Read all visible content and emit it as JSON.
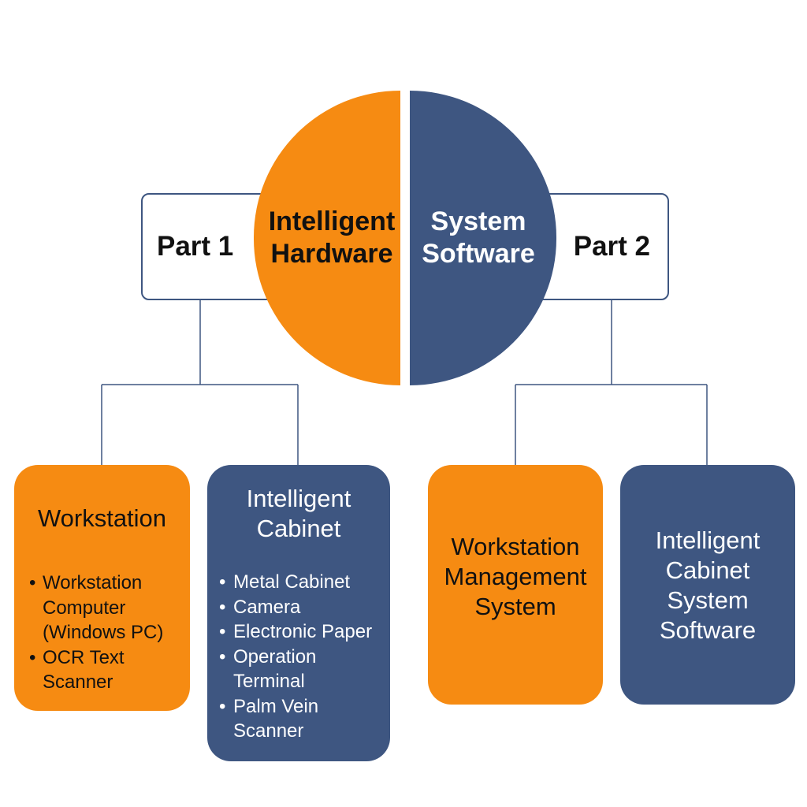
{
  "parts": {
    "part1": "Part 1",
    "part2": "Part 2"
  },
  "circle": {
    "left_line1": "Intelligent",
    "left_line2": "Hardware",
    "right_line1": "System",
    "right_line2": "Software"
  },
  "cards": {
    "workstation": {
      "title": "Workstation",
      "items": [
        "Workstation Computer (Windows PC)",
        "OCR Text Scanner"
      ]
    },
    "intelligent_cabinet": {
      "title_line1": "Intelligent",
      "title_line2": "Cabinet",
      "items": [
        "Metal Cabinet",
        "Camera",
        "Electronic Paper",
        "Operation Terminal",
        "Palm Vein Scanner"
      ]
    },
    "workstation_management": {
      "title_line1": "Workstation",
      "title_line2": "Management",
      "title_line3": "System"
    },
    "cabinet_software": {
      "title_line1": "Intelligent",
      "title_line2": "Cabinet",
      "title_line3": "System",
      "title_line4": "Software"
    }
  },
  "colors": {
    "orange": "#f68b12",
    "navy": "#3e5681",
    "connector": "#3e5681"
  }
}
